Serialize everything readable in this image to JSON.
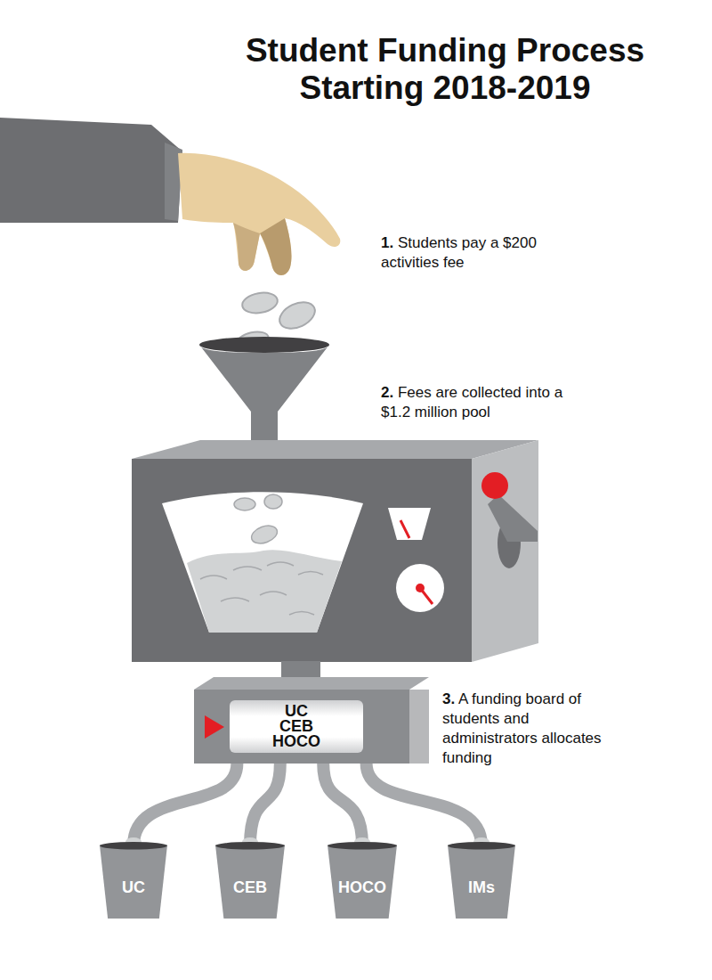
{
  "diagram": {
    "title": "Student Funding Process Starting 2018-2019",
    "nodes": [
      {
        "text": [
          "UC CEB HOCO"
        ]
      },
      {
        "text": [
          "UC"
        ]
      },
      {
        "text": [
          "CEB"
        ]
      },
      {
        "text": [
          "HOCO"
        ]
      },
      {
        "text": [
          "IMs"
        ]
      }
    ],
    "edges": [
      {
        "from": 0,
        "to": 1,
        "arrow": "none"
      },
      {
        "from": 0,
        "to": 2,
        "arrow": "none"
      },
      {
        "from": 0,
        "to": 3,
        "arrow": "none"
      },
      {
        "from": 0,
        "to": 4,
        "arrow": "none"
      }
    ],
    "labels": [
      "1.",
      "Students pay a $200 activities fee",
      "2.",
      "Fees are collected into a $1.2 million pool",
      "3.",
      "A funding board of students and administrators allocates funding"
    ]
  }
}
